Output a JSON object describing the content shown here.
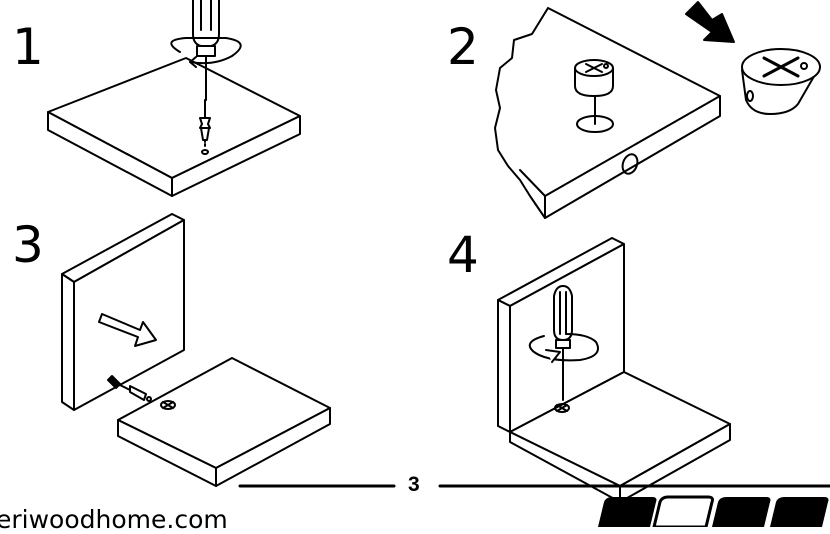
{
  "steps": [
    {
      "number": "1"
    },
    {
      "number": "2"
    },
    {
      "number": "3"
    },
    {
      "number": "4"
    }
  ],
  "footer": {
    "page_number": "3",
    "website": "eriwoodhome.com"
  },
  "colors": {
    "ink": "#000000",
    "paper": "#ffffff"
  },
  "icons": [
    "screwdriver-icon",
    "rotation-arrow-icon",
    "cam-lock-icon",
    "push-arrow-icon",
    "screw-icon",
    "footer-badge-icon"
  ]
}
